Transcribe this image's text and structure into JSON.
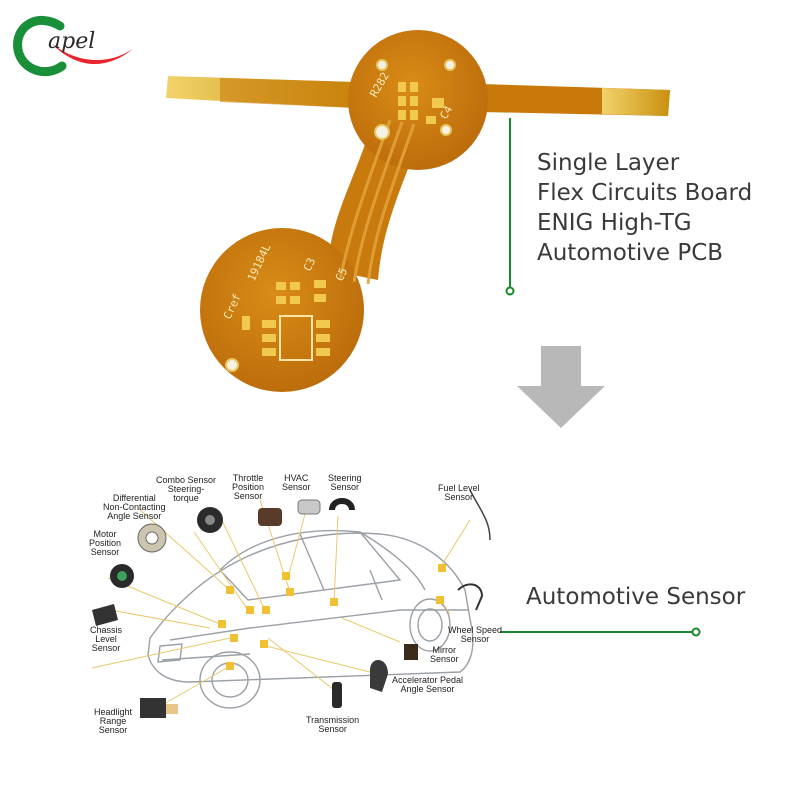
{
  "logo": {
    "text": "apel",
    "letter": "C"
  },
  "product": {
    "lines": [
      "Single Layer",
      "Flex Circuits Board",
      "ENIG High-TG",
      "Automotive PCB"
    ]
  },
  "pcb_labels": {
    "r": "R282",
    "c4": "C4",
    "ref": "19184L",
    "c3": "C3",
    "c5": "C5",
    "cref": "Cref"
  },
  "sensor_heading": "Automotive Sensor",
  "sensors": {
    "combo": "Combo Sensor\nSteering-\ntorque",
    "throttle": "Throttle\nPosition\nSensor",
    "hvac": "HVAC\nSensor",
    "steering": "Steering\nSensor",
    "fuel": "Fuel Level\nSensor",
    "differential": "Differential\nNon-Contacting\nAngle Sensor",
    "motor": "Motor\nPosition\nSensor",
    "chassis": "Chassis\nLevel\nSensor",
    "wheel": "Wheel Speed\nSensor",
    "mirror": "Mirror\nSensor",
    "accel": "Accelerator Pedal\nAngle Sensor",
    "headlight": "Headlight\nRange\nSensor",
    "transmission": "Transmission\nSensor"
  },
  "colors": {
    "brand_red": "#e8262d",
    "brand_green": "#1a8f3a",
    "flex_orange": "#c9780a",
    "gold": "#e9b83a",
    "leader_green": "#178a2e",
    "arrow_gray": "#b8b8b8"
  }
}
